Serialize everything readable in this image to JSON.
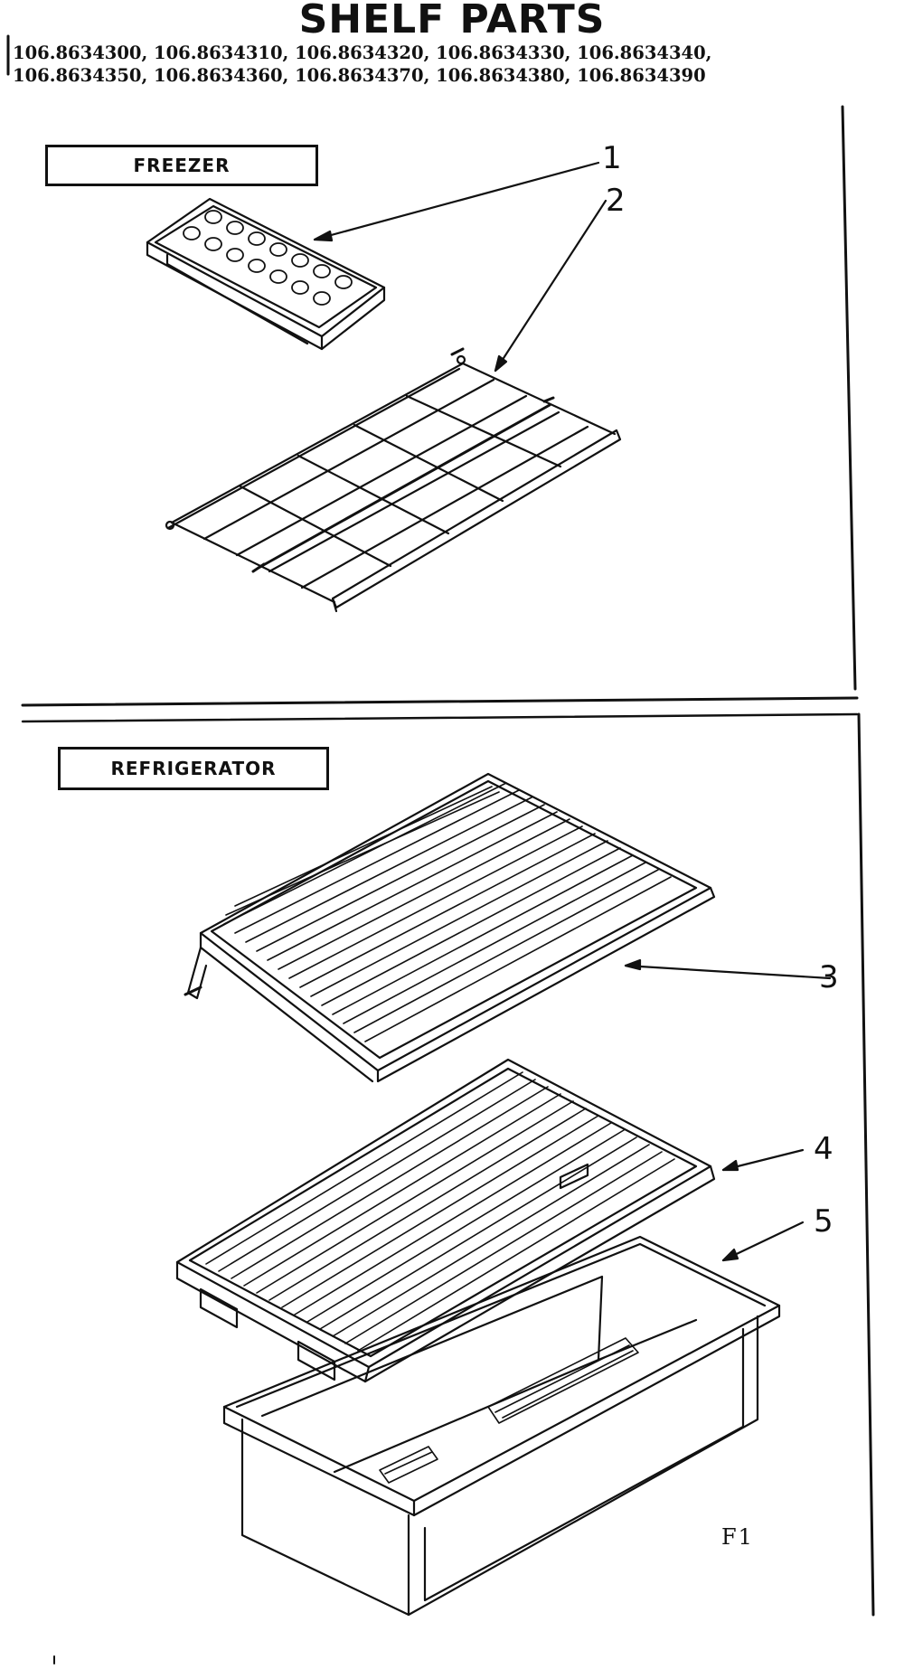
{
  "title": "SHELF PARTS",
  "model_numbers": [
    "106.8634300, 106.8634310, 106.8634320, 106.8634330, 106.8634340,",
    "106.8634350, 106.8634360, 106.8634370, 106.8634380, 106.8634390"
  ],
  "sections": {
    "freezer": "FREEZER",
    "refrigerator": "REFRIGERATOR"
  },
  "callouts": [
    "1",
    "2",
    "3",
    "4",
    "5"
  ],
  "figure_id": "F1"
}
